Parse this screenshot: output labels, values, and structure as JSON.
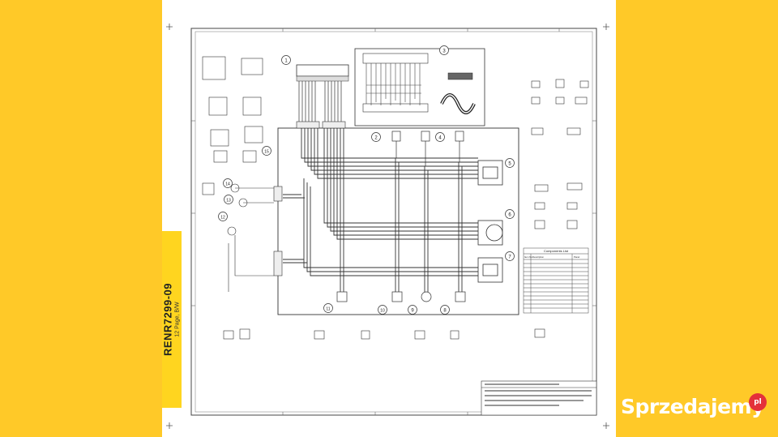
{
  "document": {
    "code": "RENR7299-09",
    "pages_label": "12 Page, B/W"
  },
  "watermark": {
    "brand": "Sprzedajemy",
    "suffix": "pl",
    "color": "#FFFFFF",
    "badge_color": "#E4313A"
  },
  "colors": {
    "background": "#FFC928",
    "sheet": "#FFFFFF",
    "tab": "#FFD51F",
    "wire": "#333333"
  },
  "callouts": [
    "1",
    "2",
    "3",
    "4",
    "5",
    "6",
    "7",
    "8",
    "9",
    "10",
    "11",
    "12",
    "13",
    "14",
    "15"
  ],
  "component_table": {
    "title": "Components List",
    "headers": [
      "Item No.",
      "Description",
      "Panel"
    ]
  },
  "icons": [
    "connector-icon",
    "pump-icon",
    "sensor-icon",
    "actuator-icon"
  ]
}
